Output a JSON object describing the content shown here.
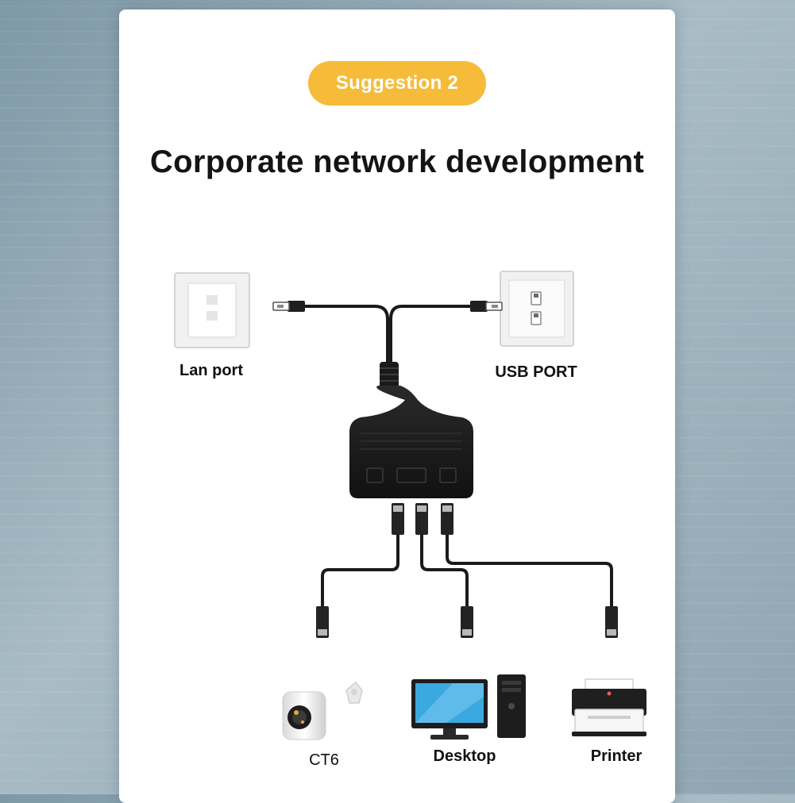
{
  "badge": {
    "text": "Suggestion 2",
    "color": "#f6bb38"
  },
  "title": "Corporate network development",
  "sources": {
    "lan": {
      "label": "Lan port",
      "icon": "ethernet-wall-socket-icon"
    },
    "usb": {
      "label": "USB PORT",
      "icon": "usb-wall-socket-icon"
    }
  },
  "hub": {
    "icon": "ethernet-splitter-hub-icon",
    "color": "#1c1c1c"
  },
  "devices": [
    {
      "label": "CT6",
      "icon": "security-camera-icon"
    },
    {
      "label": "Desktop",
      "icon": "desktop-computer-icon"
    },
    {
      "label": "Printer",
      "icon": "printer-icon"
    }
  ],
  "colors": {
    "cable": "#1a1a1a",
    "screen": "#3aa9e0",
    "card_bg": "#ffffff"
  }
}
